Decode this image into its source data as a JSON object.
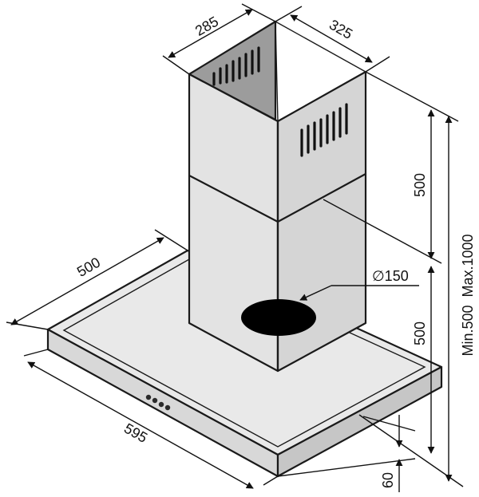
{
  "dimensions": {
    "chimney_depth": "285",
    "chimney_width": "325",
    "chimney_upper_height": "500",
    "hood_depth": "500",
    "hood_width": "595",
    "chimney_lower_height": "500",
    "total_height": "Min.500  Max.1000",
    "canopy_thickness": "60",
    "outlet_diameter": "∅150"
  },
  "colors": {
    "steel_light": "#ebebeb",
    "steel_mid": "#dcdcdc",
    "steel_dark": "#c8c8c8",
    "steel_shadow": "#a0a0a0",
    "outline": "#1a1a1a",
    "outlet": "#000000"
  },
  "icons": {
    "control_buttons": "button-dots"
  }
}
